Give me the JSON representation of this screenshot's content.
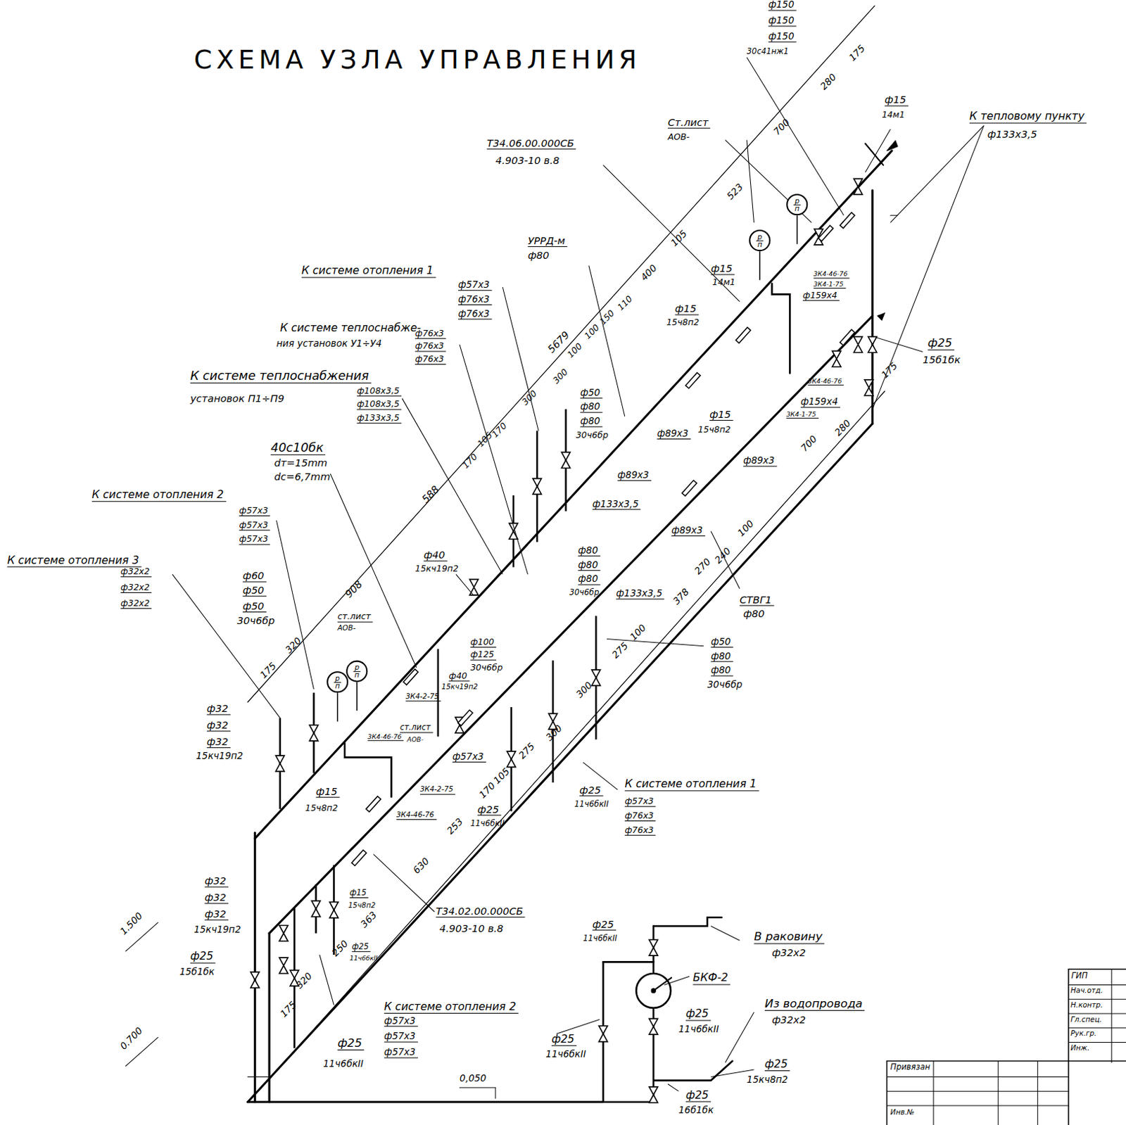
{
  "diagram": {
    "title": "СХЕМА УЗЛА УПРАВЛЕНИЯ",
    "nodes": [
      {
        "text": [
          "р",
          "п"
        ]
      },
      {
        "text": [
          "р",
          "п"
        ]
      },
      {
        "text": [
          "р",
          "п"
        ]
      },
      {
        "text": [
          "р",
          "п"
        ]
      }
    ],
    "labels": [
      "ф150",
      "ф150",
      "ф150",
      "30с41нж1",
      "175",
      "280",
      "700",
      "523",
      "105",
      "400",
      "110",
      "150",
      "100",
      "5679",
      "100",
      "300",
      "300",
      "170",
      "105",
      "170",
      "588",
      "908",
      "320",
      "175",
      "Ст.лист",
      "АОВ-",
      "ф15",
      "14м1",
      "К тепловому пункту",
      "ф133х3,5",
      "Т34.06.00.000СБ",
      "4.903-10 в.8",
      "УРРД-м",
      "ф80",
      "К системе отопления 1",
      "ф57х3",
      "ф76х3",
      "ф76х3",
      "ф15",
      "14м1",
      "ф15",
      "15ч8п2",
      "3К4-46-76",
      "3К4-1-75",
      "ф159х4",
      "К системе теплоснабже-",
      "ния установок У1÷У4",
      "ф76х3",
      "ф76х3",
      "ф76х3",
      "К системе теплоснабжения",
      "установок П1÷П9",
      "ф108х3,5",
      "ф108х3,5",
      "ф133х3,5",
      "ф50",
      "ф80",
      "ф80",
      "30ч6бр",
      "ф15",
      "15ч8п2",
      "ф89х3",
      "3К4-46-76",
      "ф159х4",
      "3К4-1-75",
      "ф25",
      "15б1бк",
      "40с10бк",
      "dт=15mm",
      "dc=6,7mm",
      "ф89х3",
      "ф133х3,5",
      "ф89х3",
      "К системе отопления 2",
      "ф57х3",
      "ф57х3",
      "ф57х3",
      "ф89х3",
      "К системе отопления 3",
      "ф32х2",
      "ф32х2",
      "ф32х2",
      "ф40",
      "15кч19п2",
      "ф80",
      "ф80",
      "ф80",
      "30ч6бр",
      "ф133х3,5",
      "СТВГ1",
      "ф80",
      "ф60",
      "ф50",
      "ф50",
      "30ч6бр",
      "ст.лист",
      "АОВ-",
      "ф100",
      "ф125",
      "30ч6бр",
      "ф50",
      "ф80",
      "ф80",
      "30ч6бр",
      "ф40",
      "15кч19п2",
      "3К4-2-75",
      "ф32",
      "ф32",
      "ф32",
      "15кч19п2",
      "3К4-46-76",
      "ст.лист",
      "АОВ-",
      "ф57х3",
      "ф15",
      "15ч8п2",
      "3К4-2-75",
      "3К4-46-76",
      "ф25",
      "11ч6бкII",
      "ф25",
      "11ч6бкII",
      "К системе отопления 1",
      "ф57х3",
      "ф76х3",
      "ф76х3",
      "ф15",
      "15ч8п2",
      "Т34.02.00.000СБ",
      "4.903-10 в.8",
      "ф32",
      "ф32",
      "ф32",
      "15кч19п2",
      "1.500",
      "0.700",
      "ф25",
      "15б1бк",
      "ф25",
      "11ч6бкII",
      "К системе отопления 2",
      "ф57х3",
      "ф57х3",
      "ф57х3",
      "ф25",
      "11ч6бкII",
      "0,050",
      "ф25",
      "11ч6бкII",
      "В раковину",
      "ф32х2",
      "БКФ-2",
      "ф25",
      "11ч6бкII",
      "Из водопровода",
      "ф32х2",
      "ф25",
      "11ч6бкII",
      "ф25",
      "15кч8п2",
      "ф25",
      "16б1бк",
      "ГИП",
      "Нач.отд.",
      "Н.контр.",
      "Гл.спец.",
      "Рук.гр.",
      "Инж.",
      "Привязан",
      "Инв.№",
      "175",
      "280",
      "700",
      "100",
      "240",
      "270",
      "378",
      "100",
      "275",
      "300",
      "300",
      "275",
      "105",
      "170",
      "253",
      "630",
      "363",
      "250",
      "320",
      "175"
    ]
  }
}
